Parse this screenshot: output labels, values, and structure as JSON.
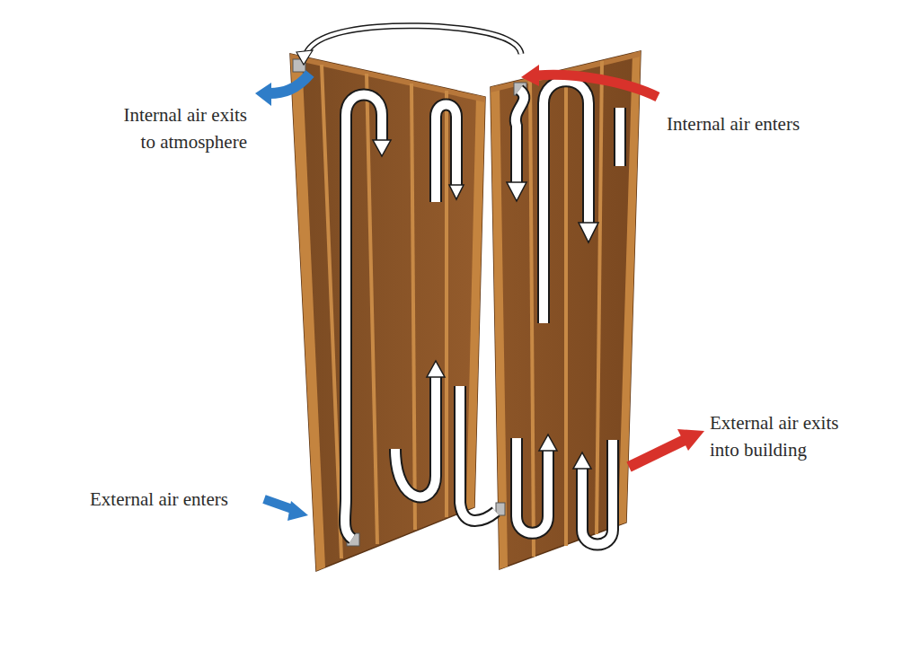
{
  "diagram": {
    "labels": [
      "Internal air exits to atmosphere",
      "Internal air enters",
      "External air exits into building",
      "External air enters"
    ]
  }
}
